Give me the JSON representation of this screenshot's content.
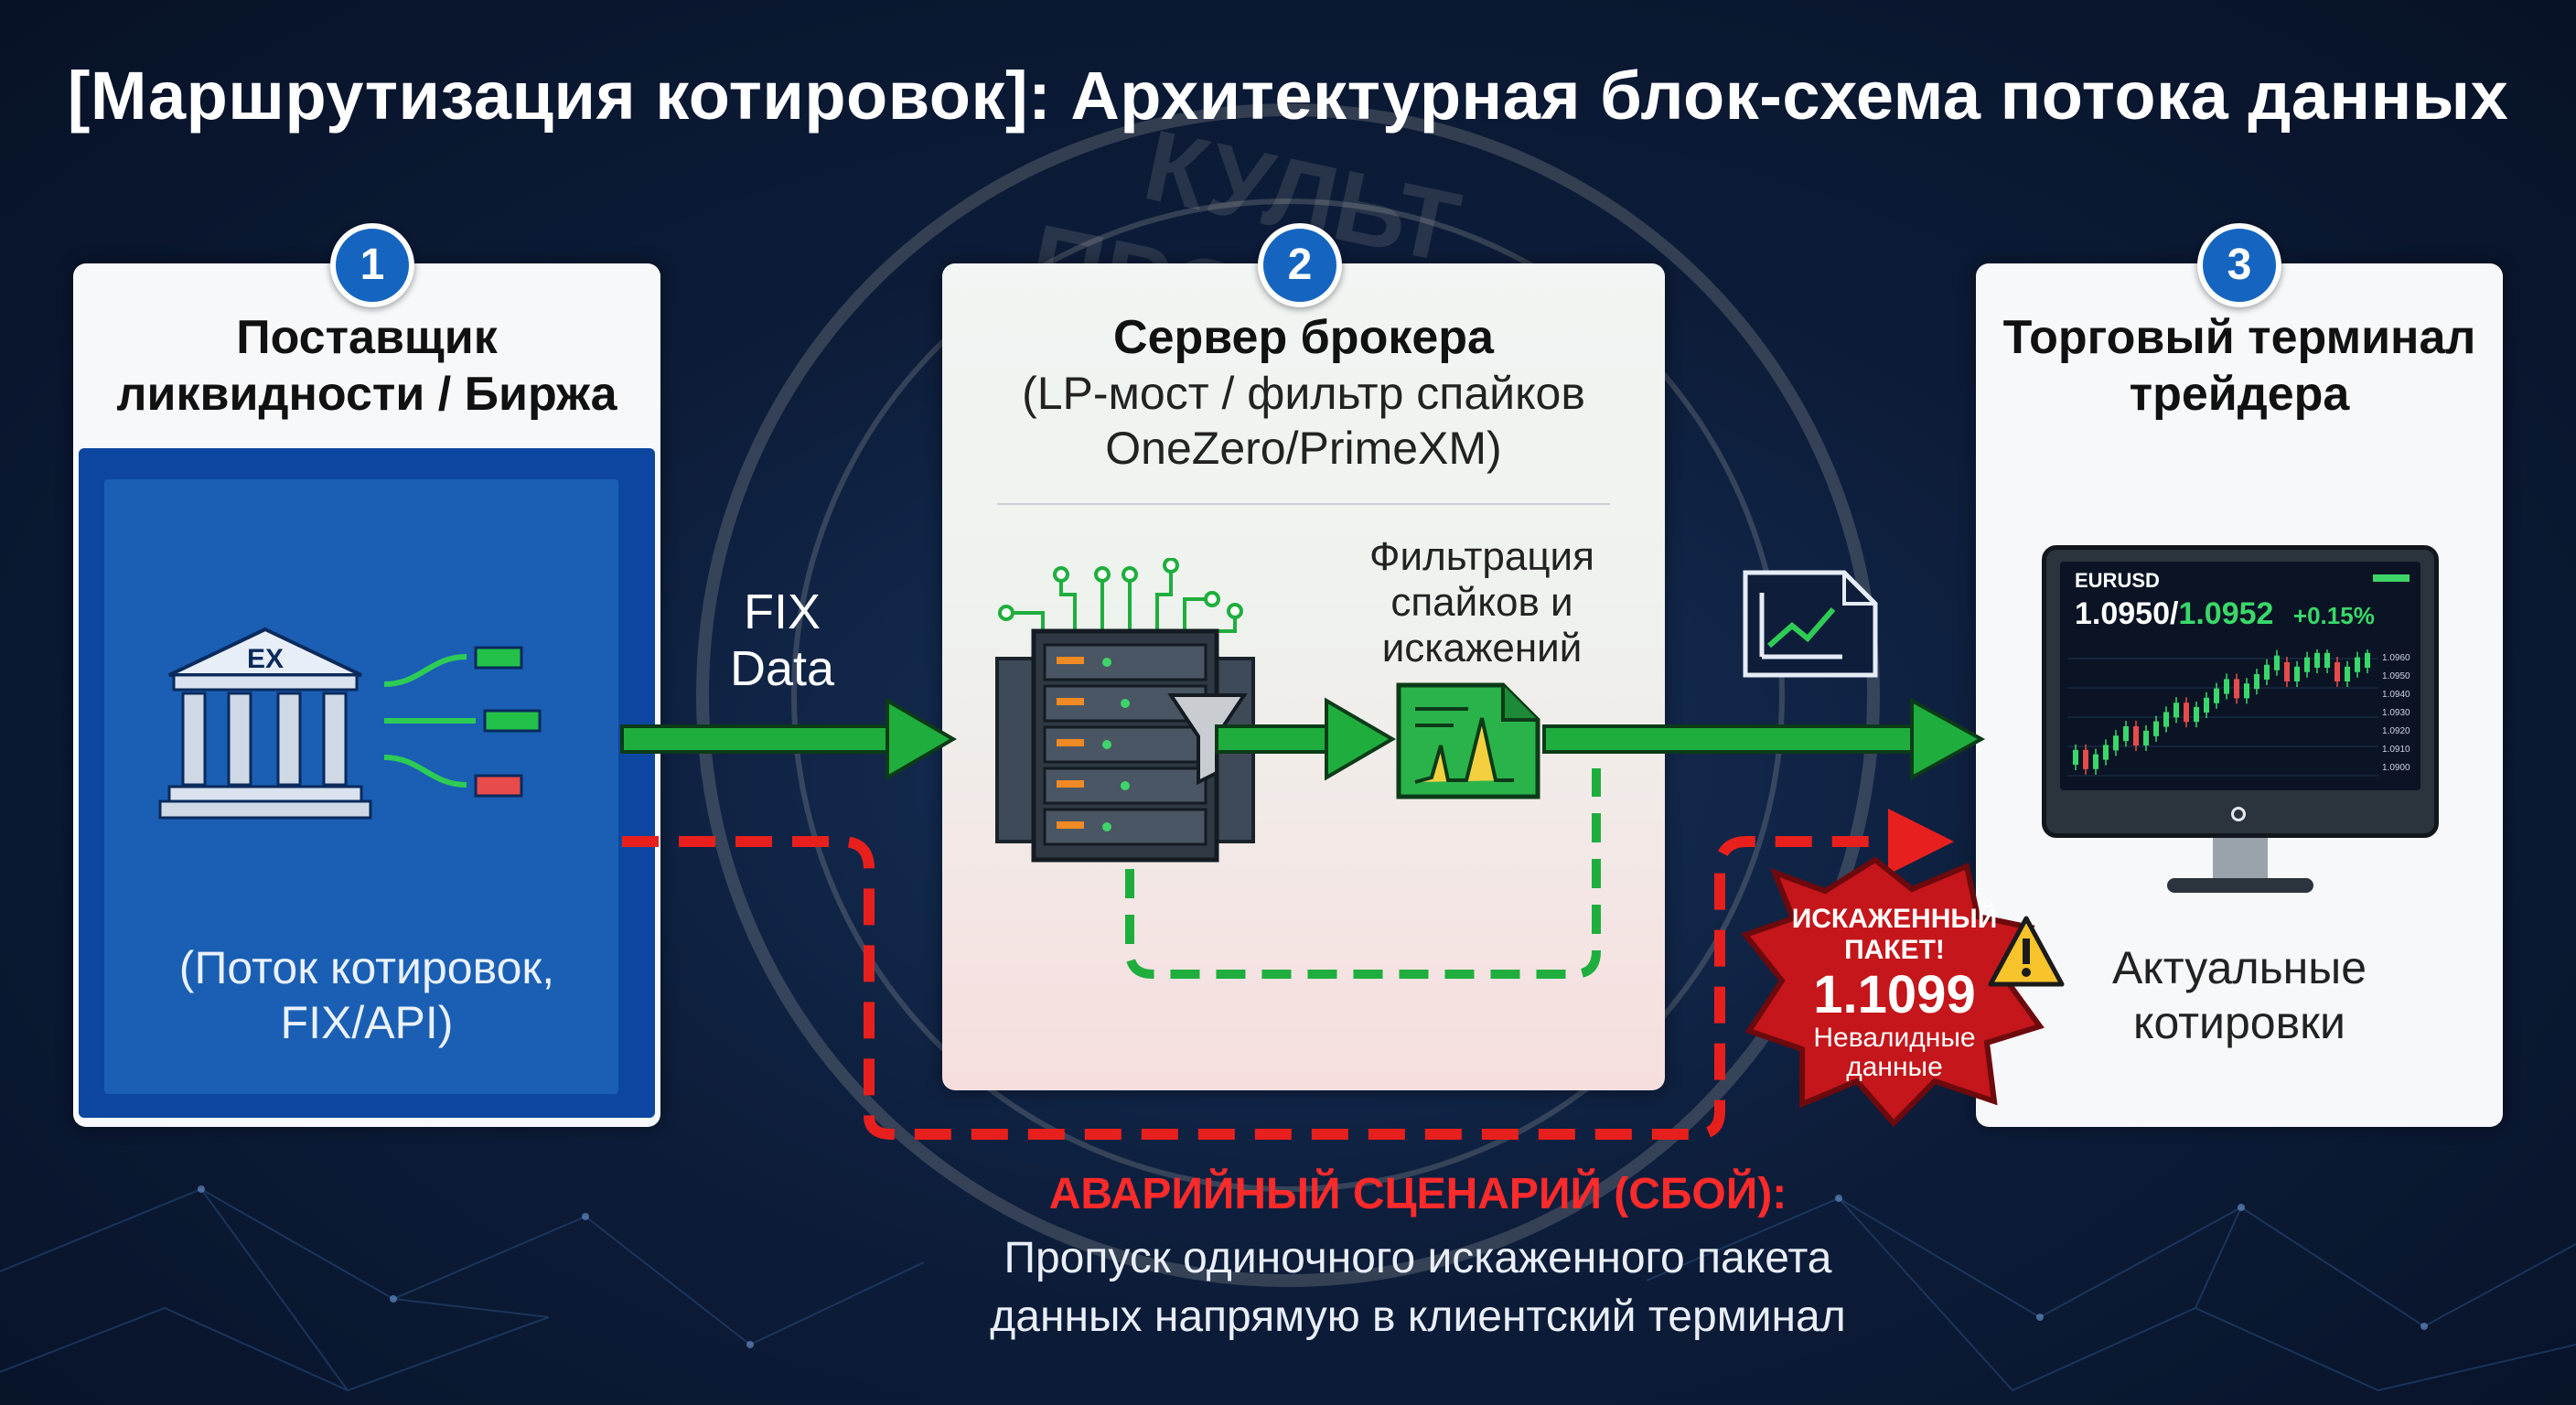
{
  "title": "[Маршрутизация котировок]: Архитектурная блок-схема потока данных",
  "watermark": "КУЛЬТ ПРОФИТА",
  "colors": {
    "background": "#0d1d3a",
    "flow_green": "#1fae3e",
    "failure_red": "#e8201d",
    "badge_blue": "#1565c0",
    "panel_blue": "#0d47a1",
    "title_white": "#ffffff"
  },
  "nodes": [
    {
      "number": "1",
      "title_line1": "Поставщик",
      "title_line2": "ликвидности / Биржа",
      "icon": "exchange-building-icon",
      "building_label": "EX",
      "caption_line1": "(Поток котировок,",
      "caption_line2": "FIX/API)"
    },
    {
      "number": "2",
      "title": "Сервер брокера",
      "subtitle_line1": "(LP-мост / фильтр спайков",
      "subtitle_line2": "OneZero/PrimeXM)",
      "icon": "server-rack-funnel-icon",
      "filter_label_line1": "Фильтрация",
      "filter_label_line2": "спайков и",
      "filter_label_line3": "искажений",
      "filter_icon": "spike-chart-document-icon"
    },
    {
      "number": "3",
      "title_line1": "Торговый терминал",
      "title_line2": "трейдера",
      "icon": "monitor-chart-icon",
      "symbol": "EURUSD",
      "bid": "1.0950",
      "ask": "1.0952",
      "change": "+0.15%",
      "price_ticks": [
        "1.0960",
        "1.0950",
        "1.0940",
        "1.0930",
        "1.0920",
        "1.0910",
        "1.0900"
      ],
      "caption_line1": "Актуальные",
      "caption_line2": "котировки"
    }
  ],
  "edges": [
    {
      "from": "1",
      "to": "2",
      "label_line1": "FIX",
      "label_line2": "Data",
      "style": "solid-green"
    },
    {
      "from": "server",
      "to": "filter",
      "label": "",
      "style": "solid-green"
    },
    {
      "from": "2",
      "to": "3",
      "label": "",
      "style": "solid-green",
      "icon": "quote-document-icon"
    },
    {
      "from": "server",
      "to": "filter",
      "label": "",
      "style": "dashed-green-loop"
    },
    {
      "from": "1",
      "to": "3",
      "label": "",
      "style": "dashed-red-bypass"
    }
  ],
  "failure": {
    "burst_line1": "ИСКАЖЕННЫЙ",
    "burst_line2": "ПАКЕТ!",
    "bad_price": "1.1099",
    "burst_line3": "Невалидные",
    "burst_line4": "данные",
    "warning_icon": "warning-triangle-icon",
    "label": "АВАРИЙНЫЙ СЦЕНАРИЙ (СБОЙ):",
    "desc_line1": "Пропуск одиночного искаженного пакета",
    "desc_line2": "данных напрямую в клиентский терминал"
  }
}
